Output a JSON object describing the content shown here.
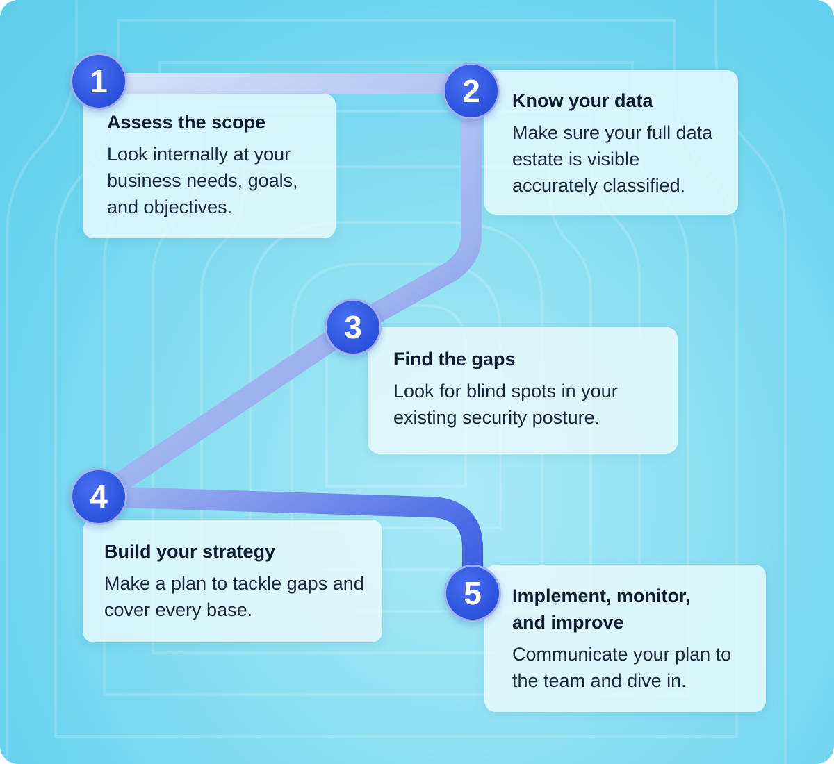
{
  "steps": [
    {
      "number": "1",
      "title": "Assess the scope",
      "description": "Look internally at your business needs, goals, and objectives."
    },
    {
      "number": "2",
      "title": "Know your data",
      "description": "Make sure your full data estate is visible accurately classified."
    },
    {
      "number": "3",
      "title": "Find the gaps",
      "description": "Look for blind spots in your existing security posture."
    },
    {
      "number": "4",
      "title": "Build your strategy",
      "description": "Make a plan to tackle gaps and cover every base."
    },
    {
      "number": "5",
      "title": "Implement, monitor, and improve",
      "description": "Communicate your plan to the team and dive in."
    }
  ],
  "colors": {
    "badge": "#2f55e0",
    "path_start": "#d6e2f7",
    "path_end": "#3559e3",
    "background": "#8fe0f2"
  },
  "icons": {
    "background": "lock-outline-icon"
  }
}
